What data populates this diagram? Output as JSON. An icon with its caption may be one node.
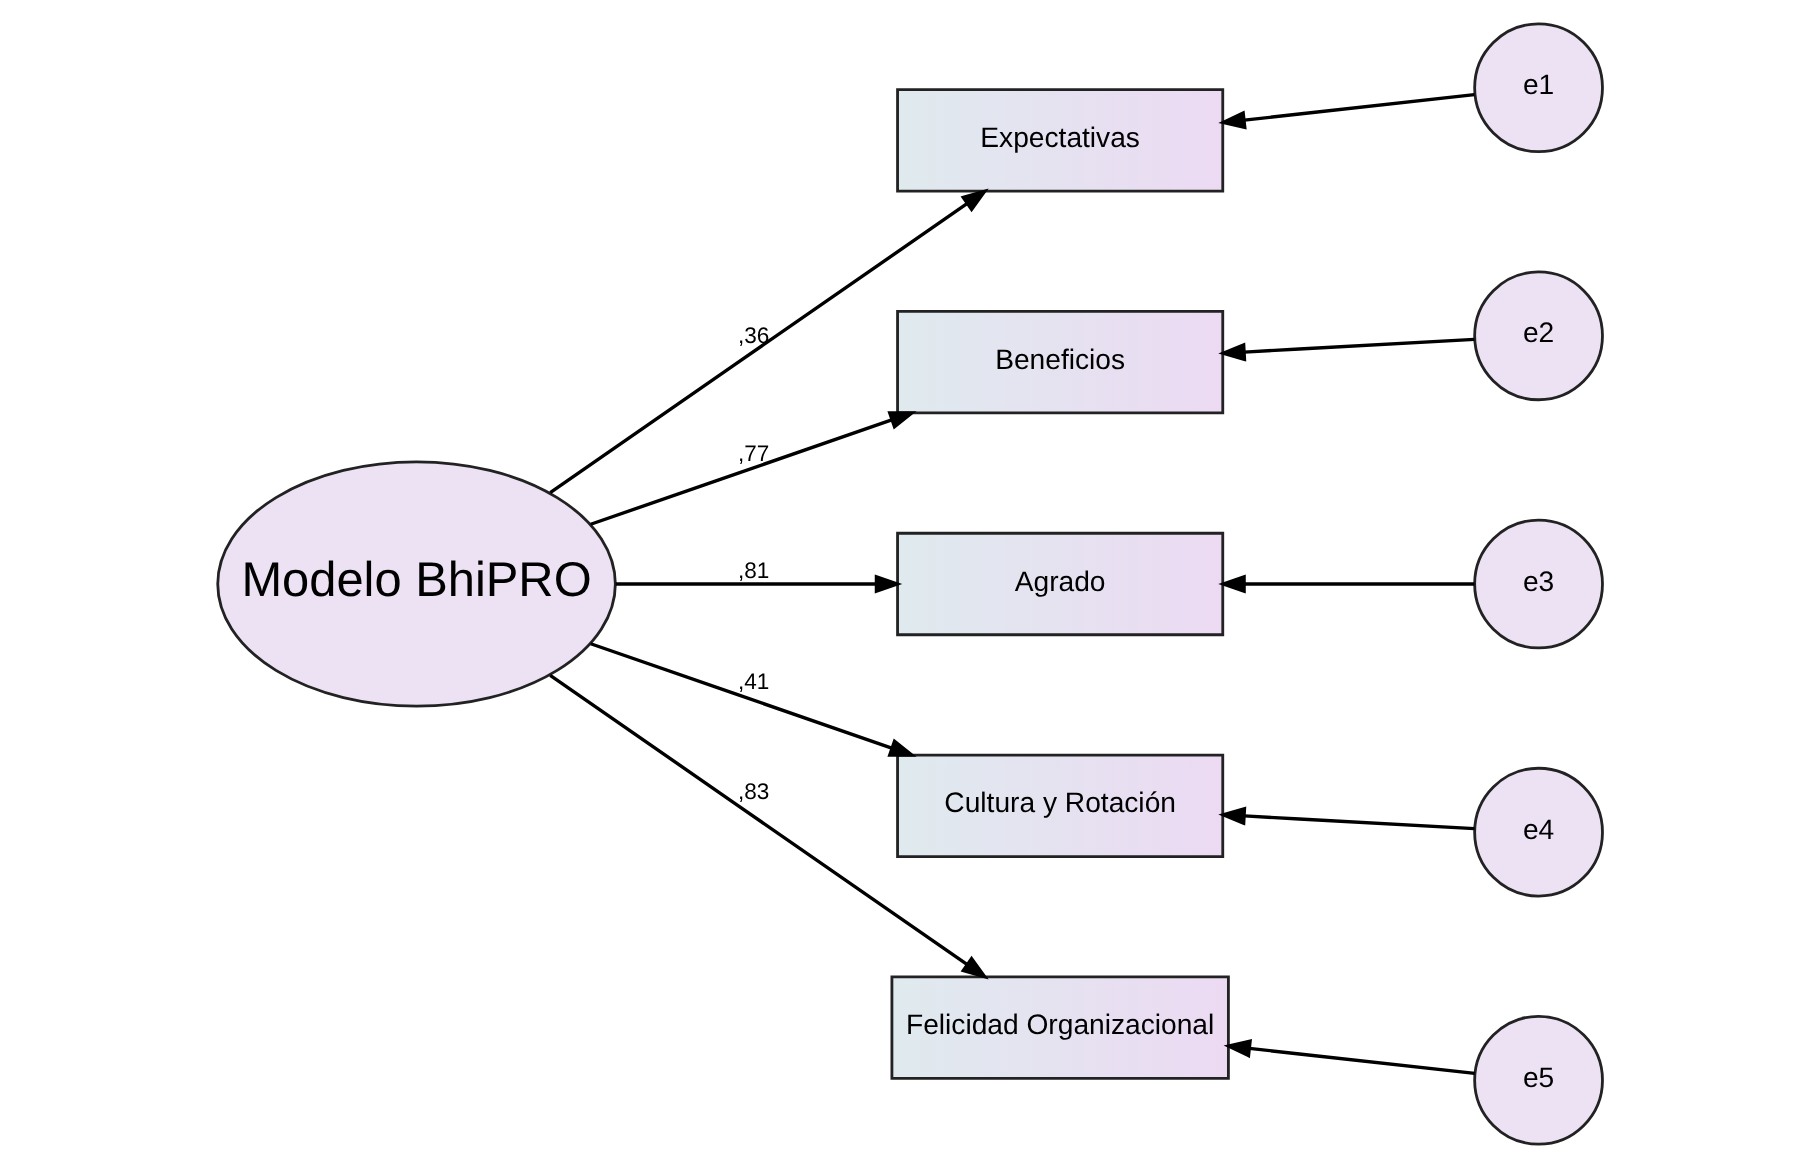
{
  "diagram": {
    "nodes": [
      {
        "text": [
          "Modelo BhiPRO"
        ]
      },
      {
        "text": [
          "Expectativas"
        ]
      },
      {
        "text": [
          "Beneficios"
        ]
      },
      {
        "text": [
          "Agrado"
        ]
      },
      {
        "text": [
          "Cultura y Rotación"
        ]
      },
      {
        "text": [
          "Felicidad Organizacional"
        ]
      },
      {
        "text": [
          "e1"
        ]
      },
      {
        "text": [
          "e2"
        ]
      },
      {
        "text": [
          "e3"
        ]
      },
      {
        "text": [
          "e4"
        ]
      },
      {
        "text": [
          "e5"
        ]
      }
    ],
    "edges": [
      {
        "from": 0,
        "to": 1,
        "arrow": "to",
        "label": ",36"
      },
      {
        "from": 0,
        "to": 2,
        "arrow": "to",
        "label": ",77"
      },
      {
        "from": 0,
        "to": 3,
        "arrow": "to",
        "label": ",81"
      },
      {
        "from": 0,
        "to": 4,
        "arrow": "to",
        "label": ",41"
      },
      {
        "from": 0,
        "to": 5,
        "arrow": "to",
        "label": ",83"
      },
      {
        "from": 6,
        "to": 1,
        "arrow": "to"
      },
      {
        "from": 7,
        "to": 2,
        "arrow": "to"
      },
      {
        "from": 8,
        "to": 3,
        "arrow": "to"
      },
      {
        "from": 9,
        "to": 4,
        "arrow": "to"
      },
      {
        "from": 10,
        "to": 5,
        "arrow": "to"
      }
    ]
  }
}
